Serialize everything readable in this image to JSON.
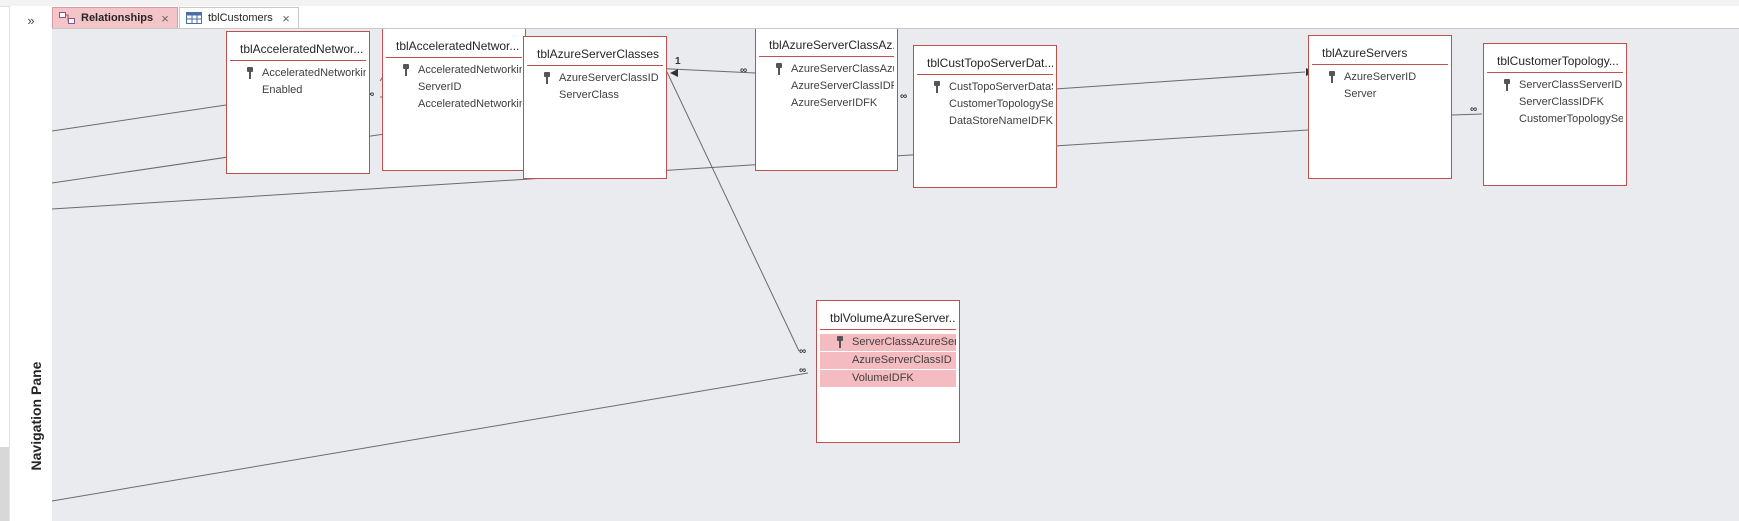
{
  "nav_pane": {
    "expand_glyph": "»",
    "label": "Navigation Pane"
  },
  "tabs": [
    {
      "label": "Relationships",
      "icon": "relationships-icon",
      "active": true,
      "close": "×"
    },
    {
      "label": "tblCustomers",
      "icon": "table-icon",
      "active": false,
      "close": "×"
    }
  ],
  "tables": [
    {
      "title": "tblAcceleratedNetwor...",
      "fields": [
        {
          "name": "AcceleratedNetworking",
          "key": true
        },
        {
          "name": "Enabled",
          "key": false
        }
      ]
    },
    {
      "title": "tblAcceleratedNetwor...",
      "fields": [
        {
          "name": "AcceleratedNetworking",
          "key": true
        },
        {
          "name": "ServerID",
          "key": false
        },
        {
          "name": "AcceleratedNetworking",
          "key": false
        }
      ]
    },
    {
      "title": "tblAzureServerClasses",
      "fields": [
        {
          "name": "AzureServerClassID",
          "key": true
        },
        {
          "name": "ServerClass",
          "key": false
        }
      ]
    },
    {
      "title": "tblAzureServerClassAz...",
      "fields": [
        {
          "name": "AzureServerClassAzure",
          "key": true
        },
        {
          "name": "AzureServerClassIDFK",
          "key": false
        },
        {
          "name": "AzureServerIDFK",
          "key": false
        }
      ]
    },
    {
      "title": "tblCustTopoServerDat...",
      "fields": [
        {
          "name": "CustTopoServerDataSt",
          "key": true
        },
        {
          "name": "CustomerTopologySer",
          "key": false
        },
        {
          "name": "DataStoreNameIDFK",
          "key": false
        }
      ]
    },
    {
      "title": "tblAzureServers",
      "fields": [
        {
          "name": "AzureServerID",
          "key": true
        },
        {
          "name": "Server",
          "key": false
        }
      ]
    },
    {
      "title": "tblCustomerTopology...",
      "fields": [
        {
          "name": "ServerClassServerID",
          "key": true
        },
        {
          "name": "ServerClassIDFK",
          "key": false
        },
        {
          "name": "CustomerTopologySer",
          "key": false
        }
      ]
    },
    {
      "title": "tblVolumeAzureServer...",
      "fields": [
        {
          "name": "ServerClassAzureServe",
          "key": true,
          "highlight": true
        },
        {
          "name": "AzureServerClassID",
          "key": false,
          "highlight": true
        },
        {
          "name": "VolumeIDFK",
          "key": false,
          "highlight": true
        }
      ]
    }
  ],
  "relationship_marks": {
    "one": "1",
    "many": "∞"
  },
  "colors": {
    "accent": "#c0504d",
    "tab_active": "#f4c5c8",
    "canvas": "#e9ebee",
    "highlight": "#f4bcc0"
  }
}
